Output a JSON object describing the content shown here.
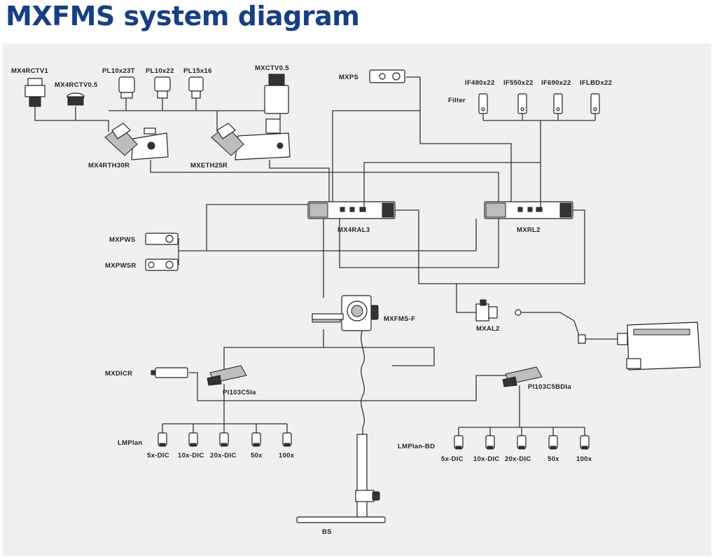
{
  "title": "MXFMS system diagram",
  "colors": {
    "title": "#173f84",
    "panel": "#f0f0f0",
    "line": "#333333"
  },
  "labels": {
    "mx4rctv1": "MX4RCTV1",
    "mx4rctv05": "MX4RCTV0.5",
    "pl10x23t": "PL10x23T",
    "pl10x22": "PL10x22",
    "pl15x16": "PL15x16",
    "mxctv05": "MXCTV0.5",
    "mxps": "MXPS",
    "if480": "IF480x22",
    "if550": "IF550x22",
    "if690": "IF690x22",
    "iflbd": "IFLBDx22",
    "filter": "Filter",
    "mx4rth30r": "MX4RTH30R",
    "mxeth25r": "MXETH25R",
    "mx4ral3": "MX4RAL3",
    "mxrl2": "MXRL2",
    "mxpws": "MXPWS",
    "mxpwsr": "MXPWSR",
    "mxfmsf": "MXFMS-F",
    "mxal2": "MXAL2",
    "mxdicr": "MXDICR",
    "pi103c5ia": "PI103C5Ia",
    "pi103c5bdia": "PI103C5BDIa",
    "lmplan": "LMPlan",
    "lmplanbd": "LMPlan-BD",
    "bs": "BS",
    "obj_left": [
      "5x-DIC",
      "10x-DIC",
      "20x-DIC",
      "50x",
      "100x"
    ],
    "obj_right": [
      "5x-DIC",
      "10x-DIC",
      "20x-DIC",
      "50x",
      "100x"
    ]
  }
}
